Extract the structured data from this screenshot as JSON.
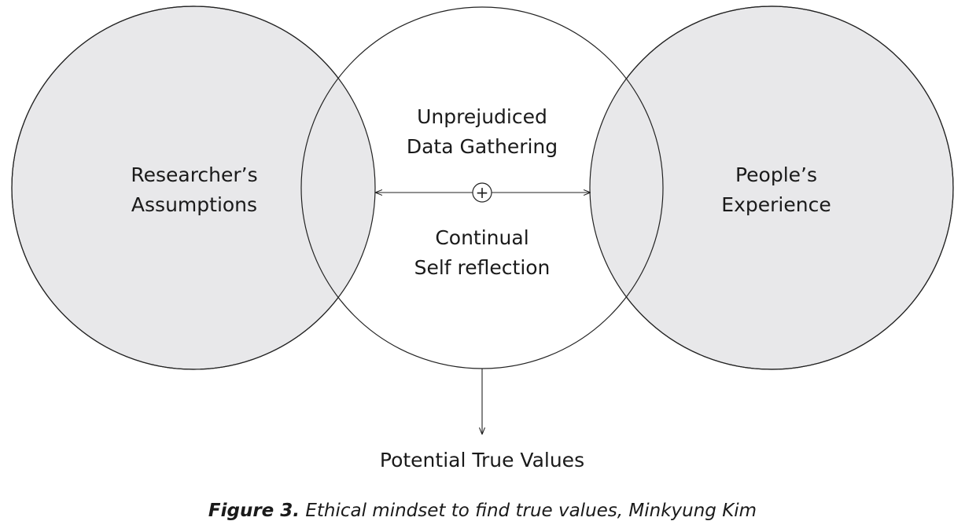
{
  "diagram": {
    "left_circle": {
      "label_line1": "Researcher’s",
      "label_line2": "Assumptions"
    },
    "right_circle": {
      "label_line1": "People’s",
      "label_line2": "Experience"
    },
    "center_circle": {
      "top_label_line1": "Unprejudiced",
      "top_label_line2": "Data Gathering",
      "bottom_label_line1": "Continual",
      "bottom_label_line2": "Self reflection",
      "plus_symbol": "+"
    },
    "output_label": "Potential True Values"
  },
  "caption": {
    "figure_number": "Figure 3.",
    "text": " Ethical mindset to find true values, Minkyung Kim"
  },
  "colors": {
    "side_circle_fill": "#e8e8ea",
    "center_circle_fill": "#ffffff",
    "stroke": "#222222"
  }
}
